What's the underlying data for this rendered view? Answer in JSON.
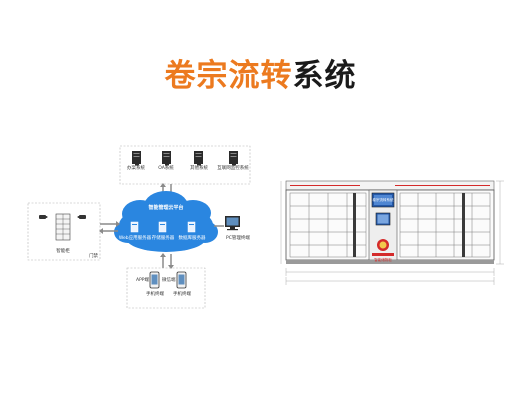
{
  "title": {
    "part1": "卷宗流转",
    "part2": "系统"
  },
  "network_diagram": {
    "top_servers": [
      "办案系统",
      "OA系统",
      "其他系统",
      "互联网监控系统"
    ],
    "cloud": {
      "title": "智能管理云平台",
      "services": [
        "Web应用服务器",
        "存储服务器",
        "数据库服务器"
      ]
    },
    "left_cabinet": {
      "inner_label": "智能柜",
      "outer_label": "门禁"
    },
    "right_terminal": "PC管理终端",
    "bottom_devices": [
      {
        "name": "APP端",
        "device": "手机终端"
      },
      {
        "name": "微信端",
        "device": "手机终端"
      }
    ]
  },
  "cabinet": {
    "screen_brand": "卷宗流转系统",
    "side_label": "智能储物柜"
  },
  "colors": {
    "accent_orange": "#ec7a1f",
    "title_dark": "#1a1a1a",
    "cloud_blue": "#2a86e0",
    "cabinet_red": "#d42a2a"
  }
}
